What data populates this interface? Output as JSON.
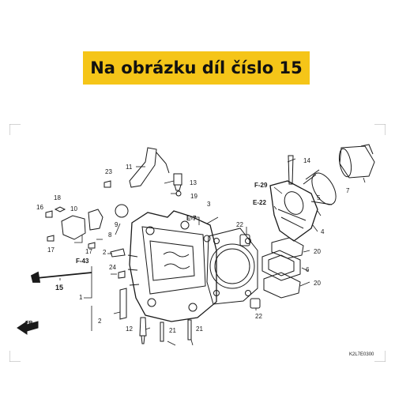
{
  "banner": {
    "text": "Na obrázku díl číslo 15"
  },
  "diagram": {
    "code": "K2L7E0300",
    "direction_label": "FR.",
    "callouts": [
      "1",
      "2",
      "2",
      "3",
      "4",
      "5",
      "6",
      "7",
      "8",
      "9",
      "10",
      "11",
      "12",
      "13",
      "14",
      "15",
      "16",
      "17",
      "17",
      "18",
      "19",
      "20",
      "20",
      "21",
      "21",
      "22",
      "22",
      "23",
      "24"
    ],
    "refs": [
      "E-7",
      "E-22",
      "F-29",
      "F-43"
    ],
    "highlighted_part": "15"
  },
  "colors": {
    "banner": "#f5c518",
    "line": "#1a1a1a",
    "frame": "#aaaaaa"
  }
}
